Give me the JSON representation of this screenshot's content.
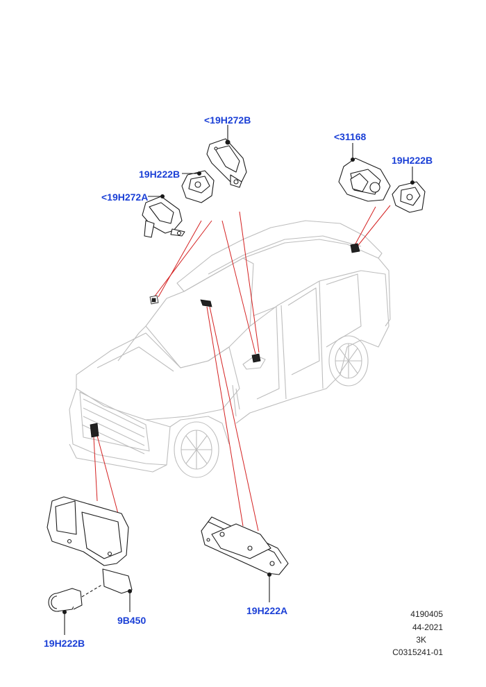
{
  "callouts": {
    "c1": "<19H272B",
    "c2": "19H222B",
    "c3": "<19H272A",
    "c4": "<31168",
    "c5": "19H222B",
    "c6": "19H222A",
    "c7": "9B450",
    "c8": "19H222B"
  },
  "meta": {
    "line1": "4190405",
    "line2": "44-2021",
    "line3": "3K",
    "line4": "C0315241-01"
  },
  "colors": {
    "callout": "#1a3fd6",
    "leader_red": "#d42020",
    "vehicle_line": "#b8b8b8",
    "part_line": "#1a1a1a"
  }
}
